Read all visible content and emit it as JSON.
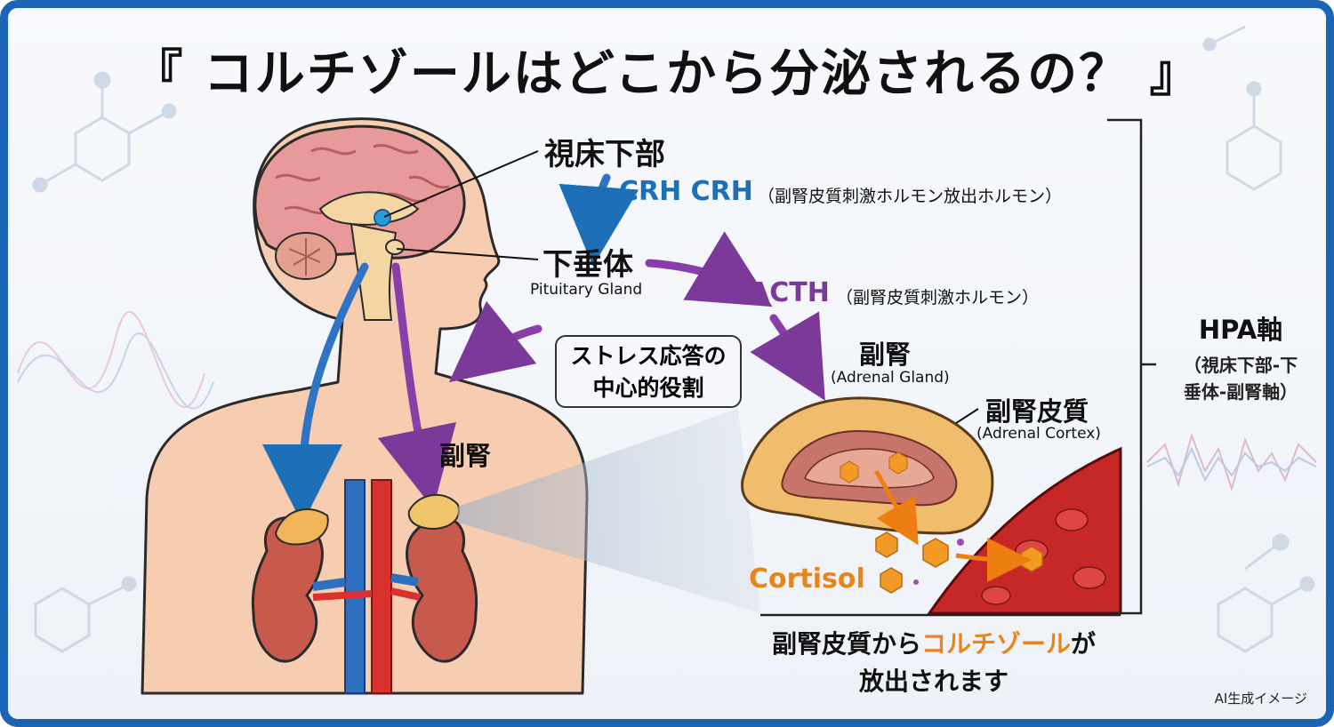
{
  "title": "『 コルチゾールはどこから分泌されるの？ 』",
  "labels": {
    "hypothalamus": "視床下部",
    "crh": "CRH CRH",
    "crh_desc": "（副腎皮質刺激ホルモン放出ホルモン）",
    "pituitary": "下垂体",
    "pituitary_en": "Pituitary Gland",
    "acth": "ACTH",
    "acth_desc": "（副腎皮質刺激ホルモン）",
    "stress_line1": "ストレス応答の",
    "stress_line2": "中心的役割",
    "adrenal": "副腎",
    "adrenal_en": "(Adrenal Gland)",
    "adrenal_body": "副腎",
    "cortex": "副腎皮質",
    "cortex_en": "(Adrenal Cortex)",
    "cortisol": "Cortisol",
    "hpa_title": "HPA軸",
    "hpa_line1": "（視床下部-下",
    "hpa_line2": "垂体-副腎軸）"
  },
  "caption": {
    "part1": "副腎皮質から",
    "highlight": "コルチゾール",
    "part2": "が",
    "line2": "放出されます"
  },
  "credit": "AI生成イメージ",
  "colors": {
    "border": "#1b63b5",
    "crh": "#1d6fb8",
    "acth": "#7b3a9a",
    "cortisol": "#e8841c",
    "skin": "#f6cdb0",
    "artery": "#d8312e",
    "vein": "#2f6fc0"
  }
}
